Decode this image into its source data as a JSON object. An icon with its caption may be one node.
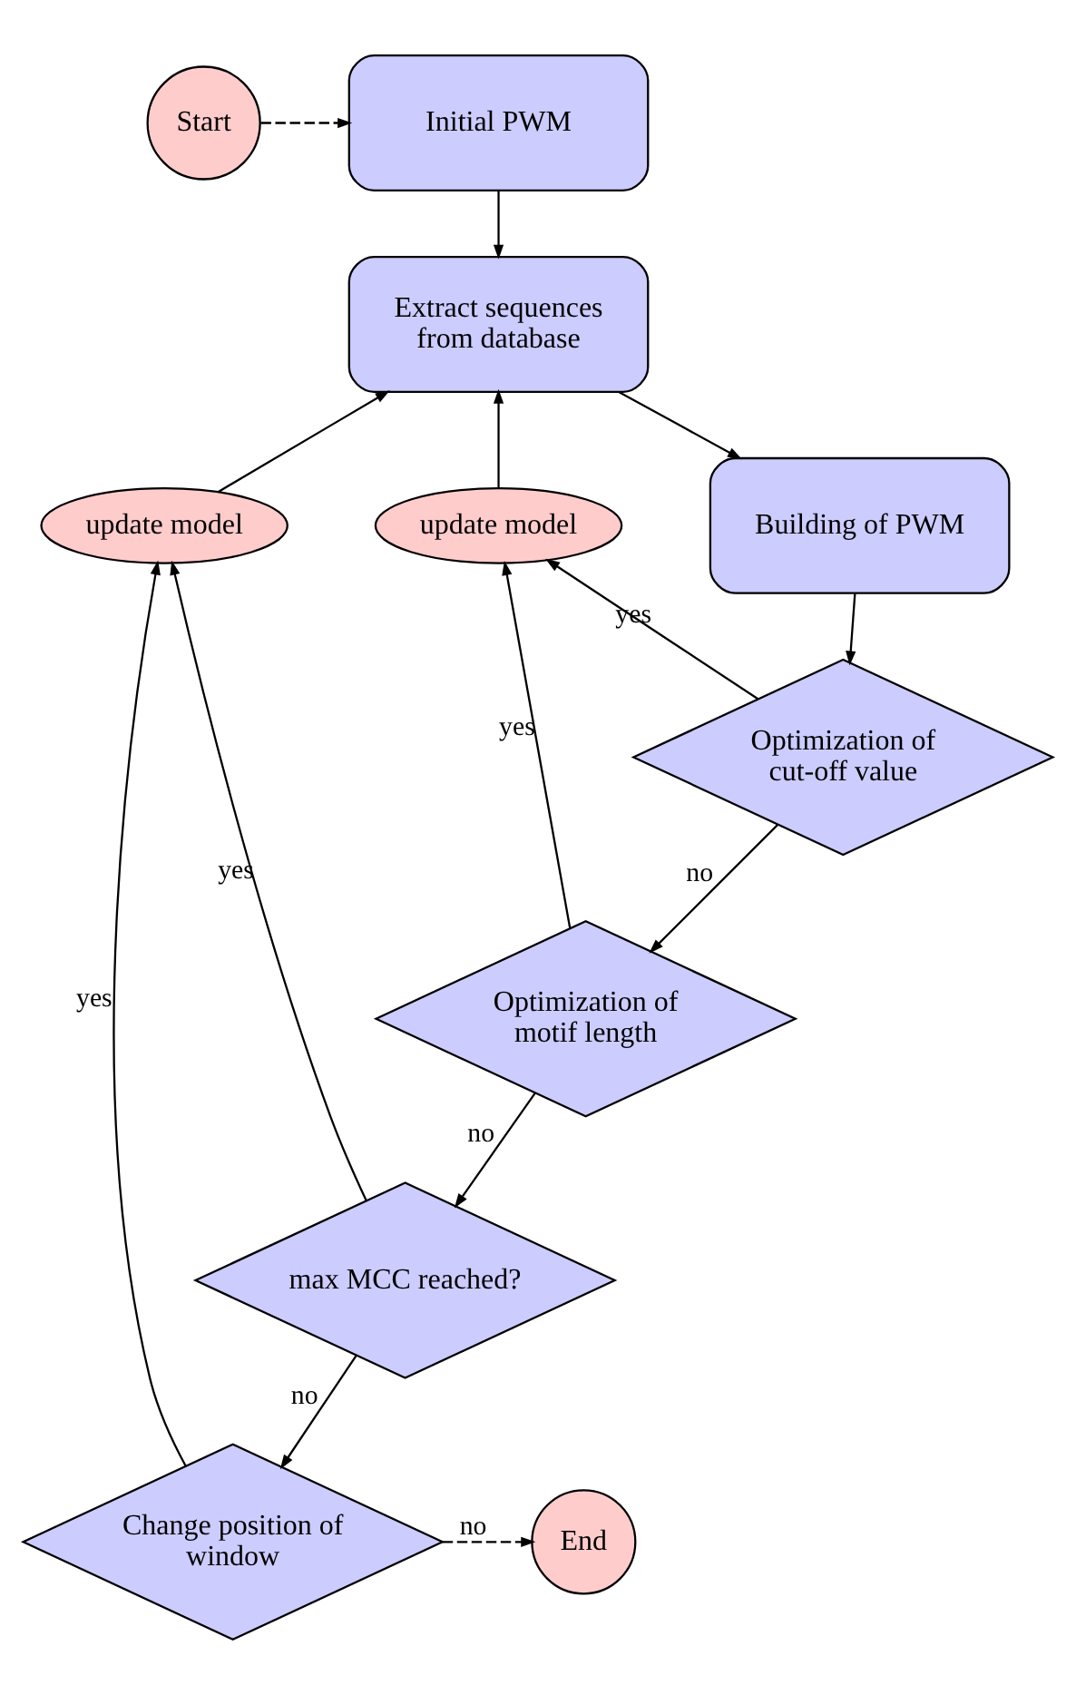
{
  "diagram": {
    "nodes": [
      {
        "text": [
          "Start"
        ]
      },
      {
        "text": [
          "Initial PWM"
        ]
      },
      {
        "text": [
          "Extract sequences from database"
        ]
      },
      {
        "text": [
          "update model"
        ]
      },
      {
        "text": [
          "Building of PWM"
        ]
      },
      {
        "text": [
          "update model"
        ]
      },
      {
        "text": [
          "Optimization of cut-off value"
        ]
      },
      {
        "text": [
          "Optimization of motif length"
        ]
      },
      {
        "text": [
          "max MCC reached?"
        ]
      },
      {
        "text": [
          "Change position of window"
        ]
      },
      {
        "text": [
          "End"
        ]
      }
    ],
    "edges": [
      {
        "from": 0,
        "to": 1,
        "arrow": "to",
        "style": "dashed"
      },
      {
        "from": 1,
        "to": 2,
        "arrow": "to"
      },
      {
        "from": 2,
        "to": 4,
        "arrow": "to"
      },
      {
        "from": 4,
        "to": 6,
        "arrow": "to"
      },
      {
        "from": 6,
        "to": 5,
        "arrow": "to",
        "label": "yes"
      },
      {
        "from": 7,
        "to": 5,
        "arrow": "to",
        "label": "yes"
      },
      {
        "from": 5,
        "to": 2,
        "arrow": "to"
      },
      {
        "from": 6,
        "to": 7,
        "arrow": "to",
        "label": "no"
      },
      {
        "from": 7,
        "to": 8,
        "arrow": "to",
        "label": "no"
      },
      {
        "from": 8,
        "to": 3,
        "arrow": "to",
        "label": "yes"
      },
      {
        "from": 9,
        "to": 3,
        "arrow": "to",
        "label": "yes"
      },
      {
        "from": 3,
        "to": 2,
        "arrow": "to"
      },
      {
        "from": 8,
        "to": 9,
        "arrow": "to",
        "label": "no"
      },
      {
        "from": 9,
        "to": 10,
        "arrow": "to",
        "label": "no",
        "style": "dashed"
      }
    ]
  }
}
